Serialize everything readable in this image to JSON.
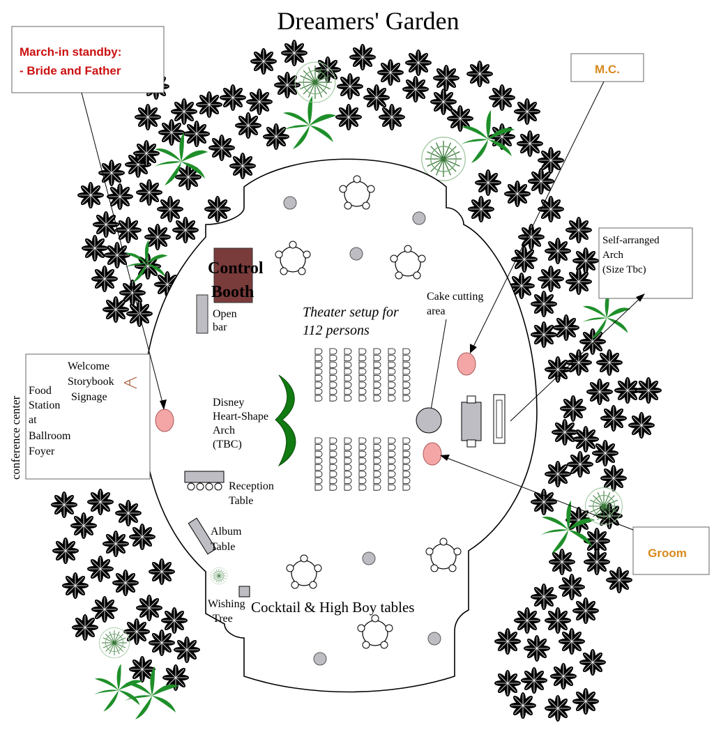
{
  "title": "Dreamers' Garden",
  "colors": {
    "tree_dark": "#000000",
    "palm": "#1f8f2a",
    "shrub": "#3a7a3a",
    "control_booth": "#7a3b3b",
    "arch": "#117a11",
    "high_boy": "#bdbdc3",
    "guest_marker": "#f4a6a6",
    "callout_red": "#cc1111",
    "callout_orange": "#d8891c"
  },
  "callouts": {
    "march_in_line1": "March-in standby:",
    "march_in_line2": "- Bride and Father",
    "mc": "M.C.",
    "self_arch_line1": "Self-arranged",
    "self_arch_line2": "Arch",
    "self_arch_line3": "(Size Tbc)",
    "groom": "Groom"
  },
  "areas": {
    "control_booth_line1": "Control",
    "control_booth_line2": "Booth",
    "open_bar_line1": "Open",
    "open_bar_line2": "bar",
    "theater_line1": "Theater setup for",
    "theater_line2": "112 persons",
    "cake_line1": "Cake cutting",
    "cake_line2": "area",
    "welcome_line1": "Welcome",
    "welcome_line2": "Storybook",
    "welcome_line3": "Signage",
    "food_line1": "Food",
    "food_line2": "Station",
    "food_line3": "at",
    "food_line4": "Ballroom",
    "food_line5": "Foyer",
    "conference_center": "conference center",
    "disney_line1": "Disney",
    "disney_line2": "Heart-Shape",
    "disney_line3": "Arch",
    "disney_line4": "(TBC)",
    "reception_line1": "Reception",
    "reception_line2": "Table",
    "album_line1": "Album",
    "album_line2": "Table",
    "wishing_line1": "Wishing",
    "wishing_line2": "Tree",
    "cocktail": "Cocktail & High Boy tables"
  },
  "theater": {
    "columns_per_block": 7,
    "rows_per_block": 8,
    "blocks": 2
  },
  "icons": {
    "tree": "dark-tree-icon",
    "palm": "palm-tree-icon",
    "shrub": "shrub-icon",
    "round_table": "round-table-icon",
    "chair": "chair-icon"
  }
}
